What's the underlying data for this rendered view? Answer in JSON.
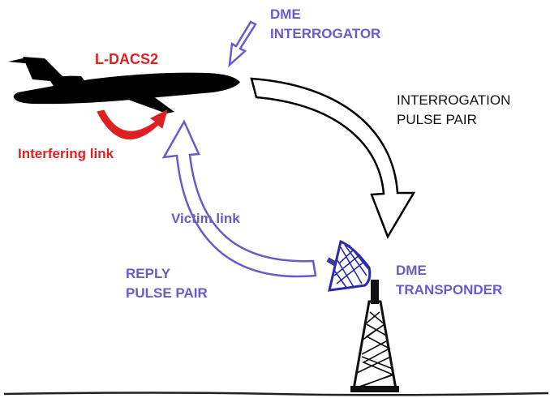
{
  "labels": {
    "dme_interrogator": [
      "DME",
      "INTERROGATOR"
    ],
    "ldacs2": "L-DACS2",
    "interrogation_pulse_pair": [
      "INTERROGATION",
      "PULSE PAIR"
    ],
    "interfering_link": "Interfering link",
    "victim_link": "Victim link",
    "reply_pulse_pair": [
      "REPLY",
      "PULSE PAIR"
    ],
    "dme_transponder": [
      "DME",
      "TRANSPONDER"
    ]
  },
  "colors": {
    "victim_blue": "#6a5acd",
    "interfering_red": "#e02020",
    "aircraft": "#000000",
    "text_black": "#111111"
  }
}
